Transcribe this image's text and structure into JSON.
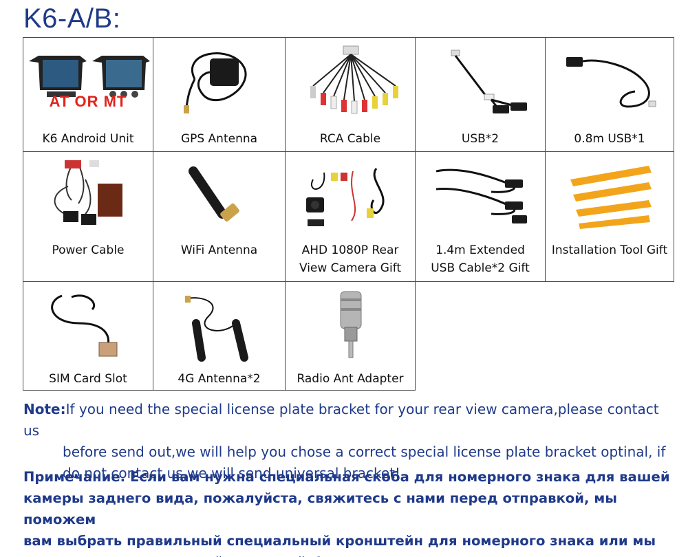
{
  "title": "K6-A/B:",
  "items": [
    {
      "label": "K6 Android Unit",
      "badge": "AT OR MT"
    },
    {
      "label": "GPS Antenna"
    },
    {
      "label": "RCA Cable"
    },
    {
      "label": "USB*2"
    },
    {
      "label": "0.8m USB*1"
    },
    {
      "label": "Power Cable"
    },
    {
      "label": "WiFi Antenna"
    },
    {
      "label": "AHD 1080P Rear\nView Camera Gift"
    },
    {
      "label": "1.4m Extended\nUSB Cable*2 Gift"
    },
    {
      "label": "Installation Tool Gift"
    },
    {
      "label": "SIM Card Slot"
    },
    {
      "label": "4G Antenna*2"
    },
    {
      "label": "Radio Ant Adapter"
    }
  ],
  "note": {
    "lead": "Note:",
    "line1": "If you need the special license plate bracket for your rear view camera,please contact us",
    "line2": "before send out,we will help you chose a correct special license plate bracket optinal, if",
    "line3": "do not contact us,we will send universal bracket!"
  },
  "note_ru": {
    "line1": "Примечание. Если вам нужна специальная скоба для номерного знака для вашей",
    "line2": "камеры заднего вида, пожалуйста, свяжитесь с нами перед отправкой, мы поможем",
    "line3": "вам выбрать правильный специальный кронштейн для номерного знака или мы",
    "line4": "отправим универсальный кронштейн!"
  },
  "colors": {
    "title": "#1f3a8a",
    "badge": "#e0241c",
    "border": "#4a4a4a"
  }
}
